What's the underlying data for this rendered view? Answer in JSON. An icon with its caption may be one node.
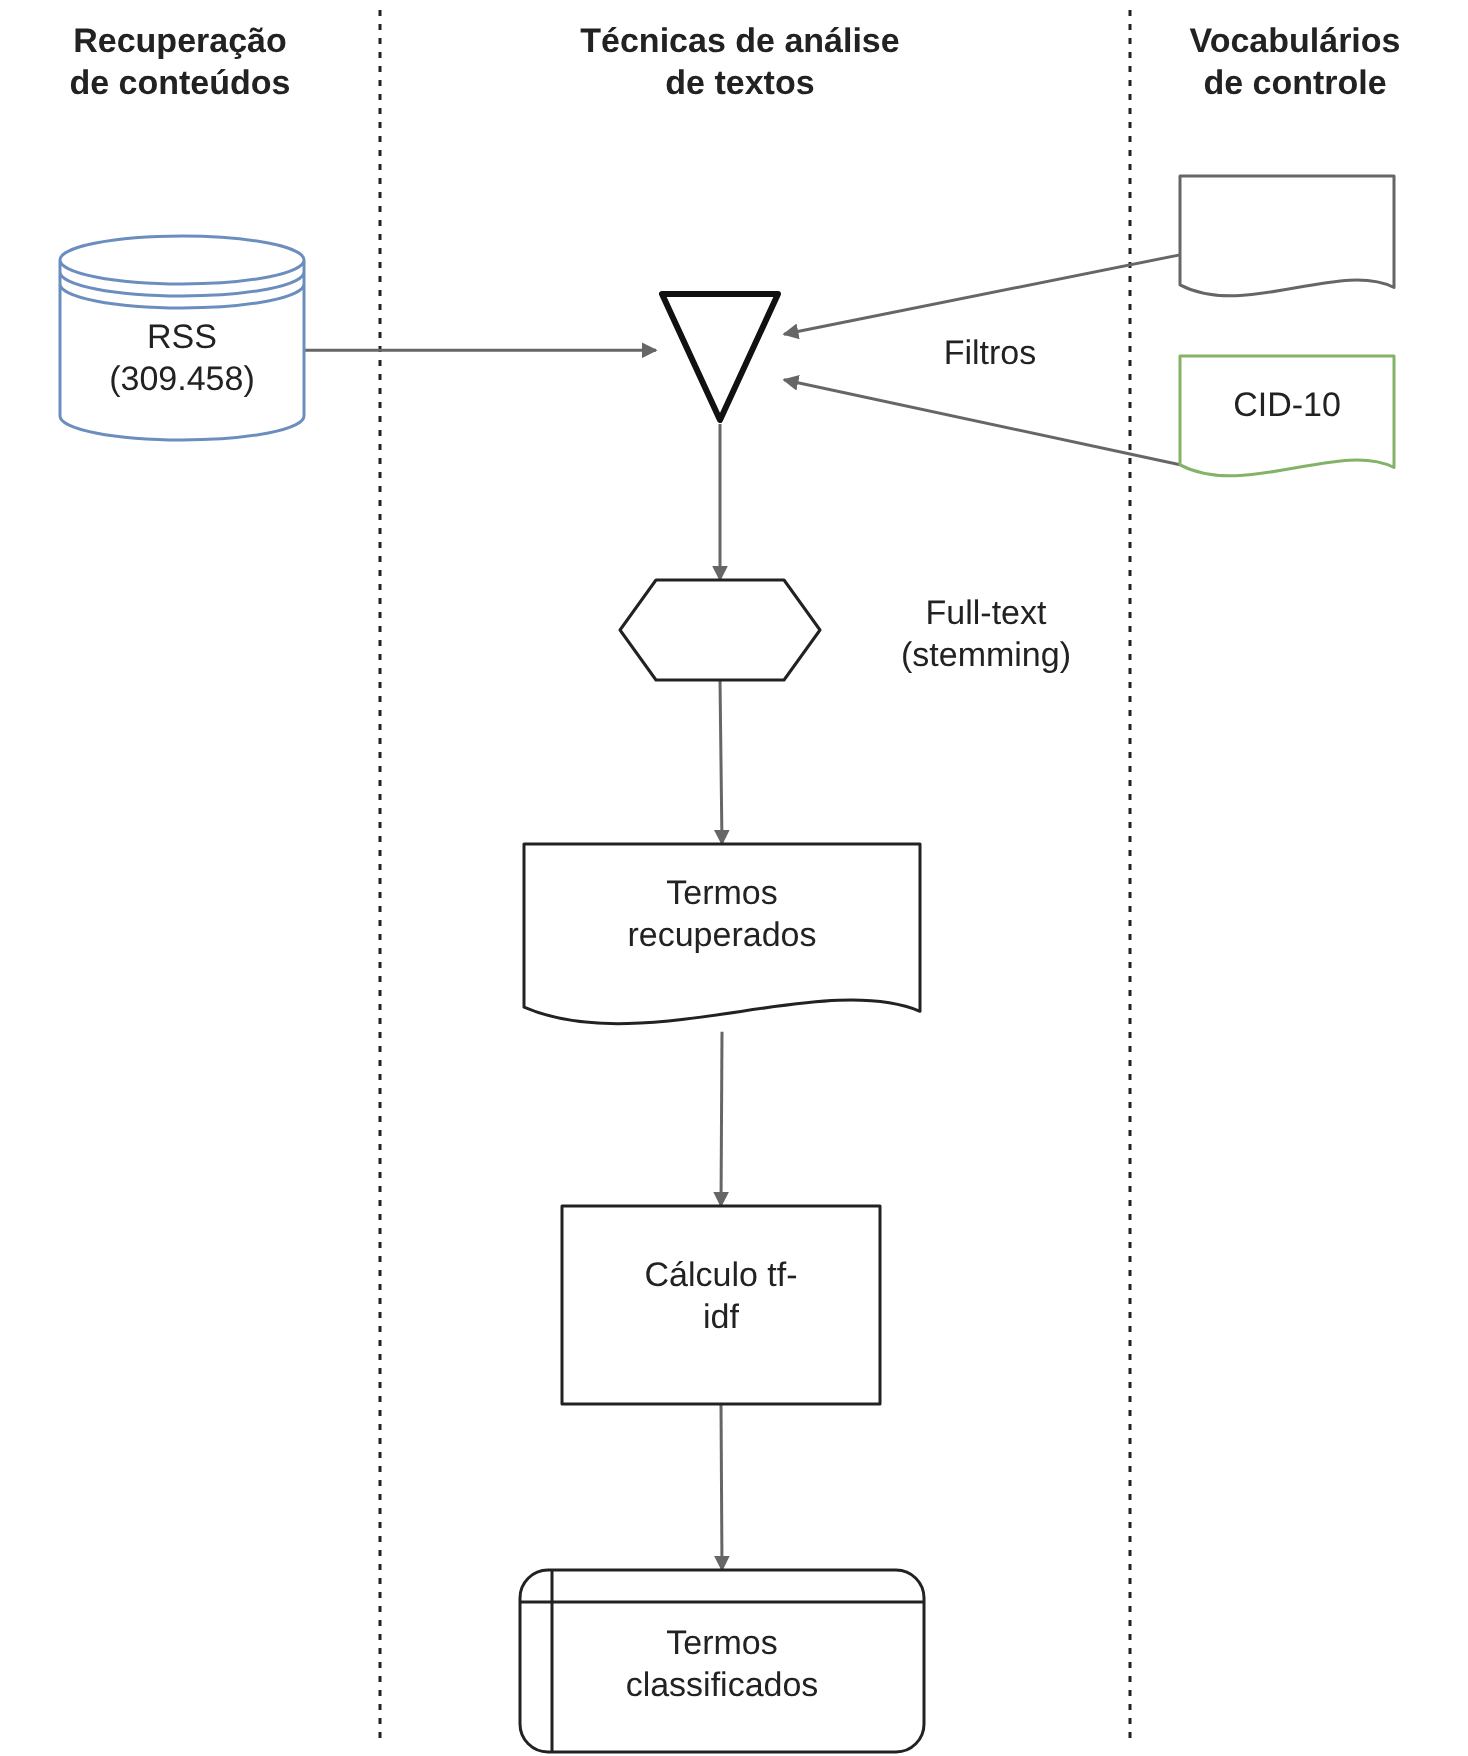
{
  "diagram": {
    "nodes": [
      {
        "text": [
          "RSS (309.458)"
        ]
      },
      {
        "text": [],
        "shape": "triangle"
      },
      {
        "text": [],
        "shape": "document"
      },
      {
        "text": [
          "CID-10"
        ]
      },
      {
        "text": [],
        "shape": "hexagon",
        "beside": [
          "Full-text (stemming)"
        ]
      },
      {
        "text": [
          "Termos recuperados"
        ]
      },
      {
        "text": [
          "Cálculo tf-idf"
        ]
      },
      {
        "text": [
          "Termos classificados"
        ]
      }
    ],
    "edges": [
      {
        "from": 0,
        "to": 1,
        "arrow": "to"
      },
      {
        "from": 2,
        "to": 1,
        "arrow": "to"
      },
      {
        "from": 3,
        "to": 1,
        "arrow": "to"
      },
      {
        "from": 1,
        "to": 4,
        "arrow": "to"
      },
      {
        "from": 4,
        "to": 5,
        "arrow": "to"
      },
      {
        "from": 5,
        "to": 6,
        "arrow": "to"
      },
      {
        "from": 6,
        "to": 7,
        "arrow": "to"
      }
    ],
    "labels": [
      "Recuperação de conteúdos",
      "Técnicas de análise de textos",
      "Vocabulários de controle",
      "Filtros"
    ]
  }
}
